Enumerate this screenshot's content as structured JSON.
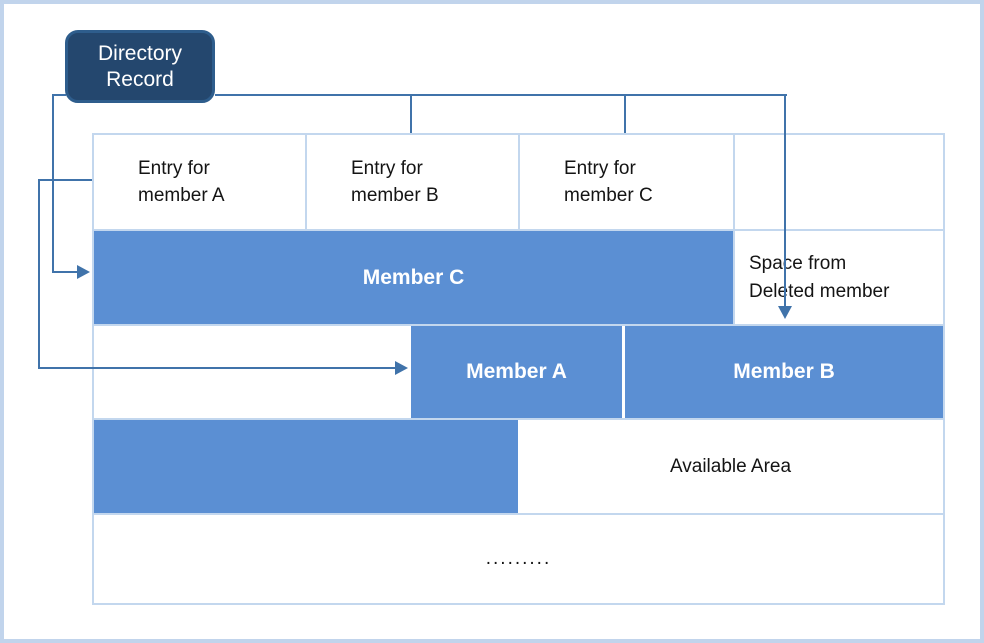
{
  "directory_record": {
    "line1": "Directory",
    "line2": "Record"
  },
  "table": {
    "entries": [
      {
        "line1": "Entry for",
        "line2": "member A"
      },
      {
        "line1": "Entry for",
        "line2": "member B"
      },
      {
        "line1": "Entry for",
        "line2": "member C"
      }
    ],
    "members": {
      "c": "Member C",
      "a": "Member A",
      "b": "Member B"
    },
    "space_cell": {
      "line1": "Space from",
      "line2": "Deleted member"
    },
    "available_area": "Available Area",
    "continuation_dots": "........."
  },
  "palette": {
    "bar": "#5b8fd3",
    "boxfill": "#24476e",
    "boxborder": "#2e5d8c",
    "conn": "#4073aa",
    "grid": "#c3d7ee",
    "frame": "#c1d4ec"
  }
}
